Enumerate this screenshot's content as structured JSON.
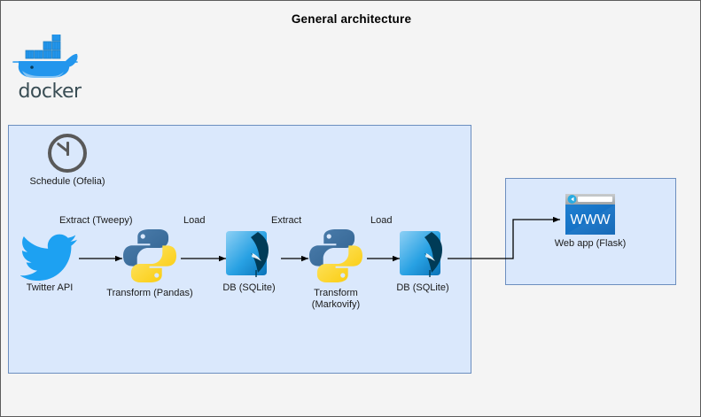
{
  "page": {
    "title": "General architecture",
    "background_color": "#f4f4f4",
    "border_color": "#5c5c5c"
  },
  "colors": {
    "group_fill": "#dae8fc",
    "group_border": "#6c8ebf",
    "twitter_blue": "#1da1f2",
    "python_blue": "#3c6e9f",
    "python_yellow": "#ffd845",
    "sqlite_blue": "#0f80cc",
    "sqlite_feather": "#003b57",
    "docker_blue": "#2396ed",
    "docker_text": "#394d54",
    "connector": "#000000",
    "label_text": "#1a1a1a"
  },
  "docker": {
    "name": "docker",
    "icon": "docker-whale-icon"
  },
  "pipeline": {
    "schedule": {
      "label": "Schedule (Ofelia)",
      "icon": "clock-icon"
    },
    "nodes": [
      {
        "id": "twitter-api",
        "label": "Twitter API",
        "icon": "twitter-bird-icon"
      },
      {
        "id": "transform-pandas",
        "label": "Transform (Pandas)",
        "icon": "python-logo-icon"
      },
      {
        "id": "db-sqlite-1",
        "label": "DB (SQLite)",
        "icon": "sqlite-icon"
      },
      {
        "id": "transform-markovify",
        "label_line1": "Transform",
        "label_line2": "(Markovify)",
        "icon": "python-logo-icon"
      },
      {
        "id": "db-sqlite-2",
        "label": "DB (SQLite)",
        "icon": "sqlite-icon"
      }
    ],
    "edges": [
      {
        "id": "edge-extract-tweepy",
        "label": "Extract (Tweepy)"
      },
      {
        "id": "edge-load-1",
        "label": "Load"
      },
      {
        "id": "edge-extract-2",
        "label": "Extract"
      },
      {
        "id": "edge-load-2",
        "label": "Load"
      },
      {
        "id": "edge-to-webapp",
        "label": ""
      }
    ]
  },
  "webapp": {
    "label": "Web app (Flask)",
    "icon": "browser-www-icon",
    "icon_text": "WWW"
  }
}
